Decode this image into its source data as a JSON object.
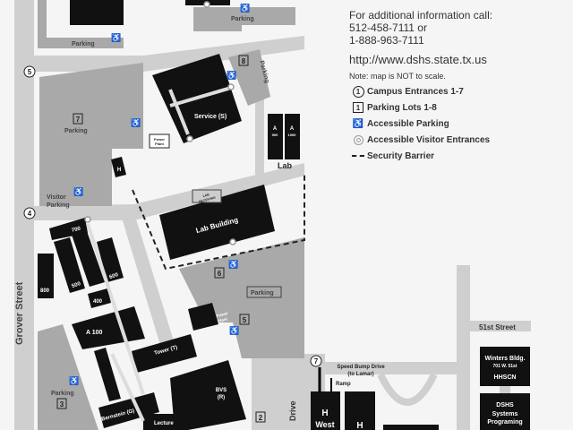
{
  "legend": {
    "info_line1": "For additional information call:",
    "info_line2": "512-458-7111 or",
    "info_line3": "1-888-963-7111",
    "url": "http://www.dshs.state.tx.us",
    "note": "Note: map is NOT to scale.",
    "items": [
      {
        "icon": "circled-number-icon",
        "symbol": "1",
        "label": "Campus Entrances 1-7"
      },
      {
        "icon": "boxed-number-icon",
        "symbol": "1",
        "label": "Parking Lots 1-8"
      },
      {
        "icon": "wheelchair-icon",
        "symbol": "♿",
        "label": "Accessible Parking"
      },
      {
        "icon": "double-ring-icon",
        "symbol": "",
        "label": "Accessible Visitor Entrances"
      },
      {
        "icon": "dashed-line-icon",
        "symbol": "",
        "label": "Security Barrier"
      }
    ]
  },
  "streets": {
    "grover": "Grover Street",
    "fifty_first": "51st Street",
    "speed_bump_1": "Speed Bump Drive",
    "speed_bump_2": "(to Lamar)",
    "drive": "Drive",
    "ramp": "Ramp"
  },
  "entrances": [
    "5",
    "4",
    "7"
  ],
  "lots": [
    "7",
    "8",
    "6",
    "5",
    "3",
    "2"
  ],
  "labels": {
    "parking": "Parking",
    "visitor_1": "Visitor",
    "visitor_2": "Parking",
    "service": "Service (S)",
    "power_plant_1": "Power",
    "power_plant_2": "Plant",
    "h": "H",
    "a": "A",
    "a900": "900",
    "a1000": "1000",
    "lab": "Lab",
    "lab_receiving_1": "LAB",
    "lab_receiving_2": "RECEIVING",
    "lab_building": "Lab Building",
    "b700": "700",
    "b500": "500",
    "b600": "600",
    "b800": "800",
    "b400": "400",
    "a100": "A 100",
    "tower": "Tower (T)",
    "bvs_1": "BVS",
    "bvs_2": "(R)",
    "bernstein": "Bernstein (G)",
    "lecture": "Lecture",
    "h_west": "West",
    "winters_1": "Winters Bldg.",
    "winters_2": "701 W. 51st",
    "winters_3": "HHSCN",
    "dshs_1": "DSHS",
    "dshs_2": "Systems",
    "dshs_3": "Programing"
  }
}
